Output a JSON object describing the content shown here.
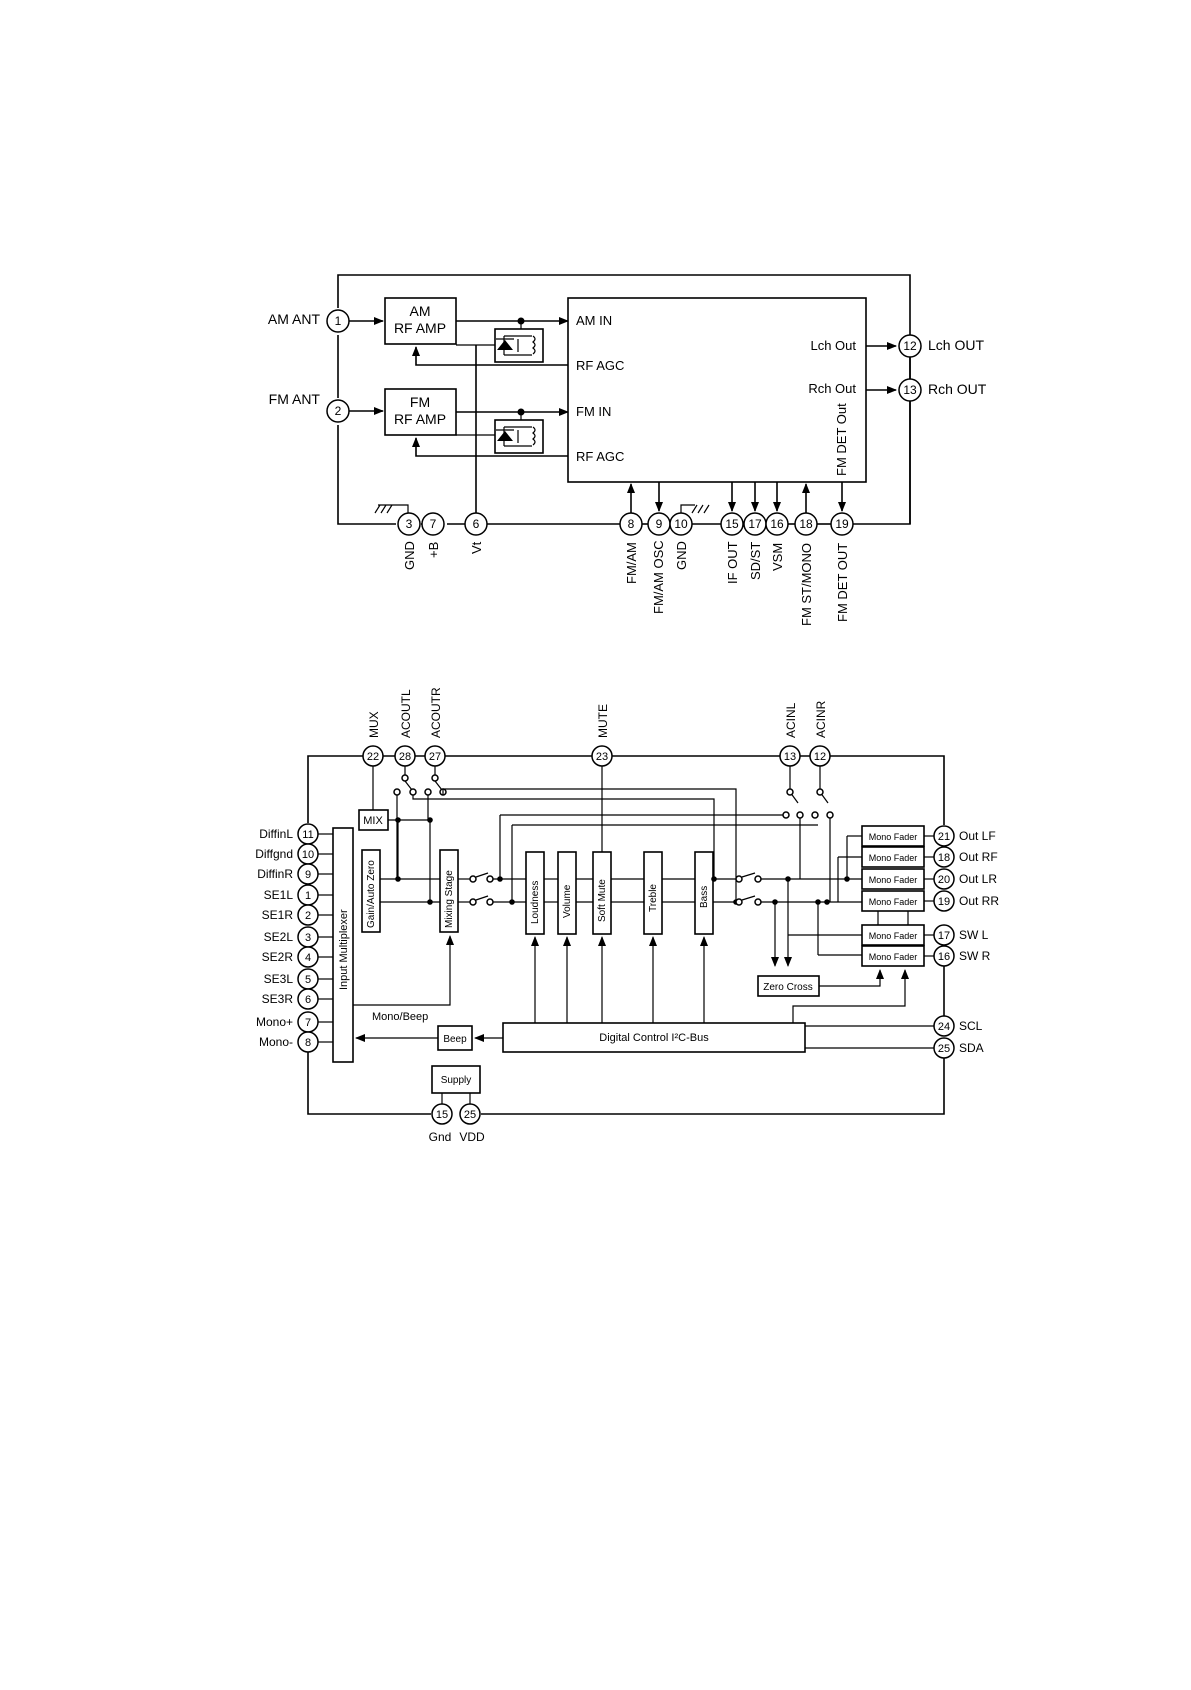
{
  "tuner": {
    "blocks": {
      "am_rf_amp": [
        "AM",
        "RF AMP"
      ],
      "fm_rf_amp": [
        "FM",
        "RF AMP"
      ],
      "am_in": "AM IN",
      "rf_agc_1": "RF AGC",
      "fm_in": "FM IN",
      "rf_agc_2": "RF AGC",
      "lch_out_int": "Lch Out",
      "rch_out_int": "Rch Out",
      "fm_det_out_int": "FM DET Out"
    },
    "left_pins": [
      {
        "num": "1",
        "label": "AM ANT"
      },
      {
        "num": "2",
        "label": "FM ANT"
      }
    ],
    "right_pins": [
      {
        "num": "12",
        "label": "Lch OUT"
      },
      {
        "num": "13",
        "label": "Rch OUT"
      }
    ],
    "bottom_pins": [
      {
        "num": "3",
        "label": "GND"
      },
      {
        "num": "7",
        "label": "+B"
      },
      {
        "num": "6",
        "label": "Vt"
      },
      {
        "num": "8",
        "label": "FM/AM"
      },
      {
        "num": "9",
        "label": "FM/AM OSC"
      },
      {
        "num": "10",
        "label": "GND"
      },
      {
        "num": "15",
        "label": "IF OUT"
      },
      {
        "num": "17",
        "label": "SD/ST"
      },
      {
        "num": "16",
        "label": "VSM"
      },
      {
        "num": "18",
        "label": "FM ST/MONO"
      },
      {
        "num": "19",
        "label": "FM DET OUT"
      }
    ]
  },
  "processor": {
    "top_pins": [
      {
        "num": "22",
        "label": "MUX"
      },
      {
        "num": "28",
        "label": "ACOUTL"
      },
      {
        "num": "27",
        "label": "ACOUTR"
      },
      {
        "num": "23",
        "label": "MUTE"
      },
      {
        "num": "13",
        "label": "ACINL"
      },
      {
        "num": "12",
        "label": "ACINR"
      }
    ],
    "left_pins": [
      {
        "num": "11",
        "label": "DiffinL"
      },
      {
        "num": "10",
        "label": "Diffgnd"
      },
      {
        "num": "9",
        "label": "DiffinR"
      },
      {
        "num": "1",
        "label": "SE1L"
      },
      {
        "num": "2",
        "label": "SE1R"
      },
      {
        "num": "3",
        "label": "SE2L"
      },
      {
        "num": "4",
        "label": "SE2R"
      },
      {
        "num": "5",
        "label": "SE3L"
      },
      {
        "num": "6",
        "label": "SE3R"
      },
      {
        "num": "7",
        "label": "Mono+"
      },
      {
        "num": "8",
        "label": "Mono-"
      }
    ],
    "right_pins": [
      {
        "num": "21",
        "label": "Out LF"
      },
      {
        "num": "18",
        "label": "Out RF"
      },
      {
        "num": "20",
        "label": "Out LR"
      },
      {
        "num": "19",
        "label": "Out RR"
      },
      {
        "num": "17",
        "label": "SW L"
      },
      {
        "num": "16",
        "label": "SW R"
      },
      {
        "num": "24",
        "label": "SCL"
      },
      {
        "num": "25",
        "label": "SDA"
      }
    ],
    "bottom_pins": [
      {
        "num": "15",
        "label": "Gnd"
      },
      {
        "num": "25",
        "label": "VDD"
      }
    ],
    "blocks": {
      "input_multiplexer": "Input Multiplexer",
      "gain_auto_zero": "Gain/Auto Zero",
      "mixing_stage": "Mixing Stage",
      "loudness": "Loudness",
      "volume": "Volume",
      "soft_mute": "Soft Mute",
      "treble": "Treble",
      "bass": "Bass",
      "mix": "MIX",
      "beep": "Beep",
      "supply": "Supply",
      "zero_cross": "Zero Cross",
      "digital_control": "Digital Control I²C-Bus",
      "mono_beep": "Mono/Beep",
      "mono_fader": [
        "Mono Fader",
        "Mono Fader",
        "Mono Fader",
        "Mono Fader",
        "Mono Fader",
        "Mono Fader"
      ]
    }
  }
}
